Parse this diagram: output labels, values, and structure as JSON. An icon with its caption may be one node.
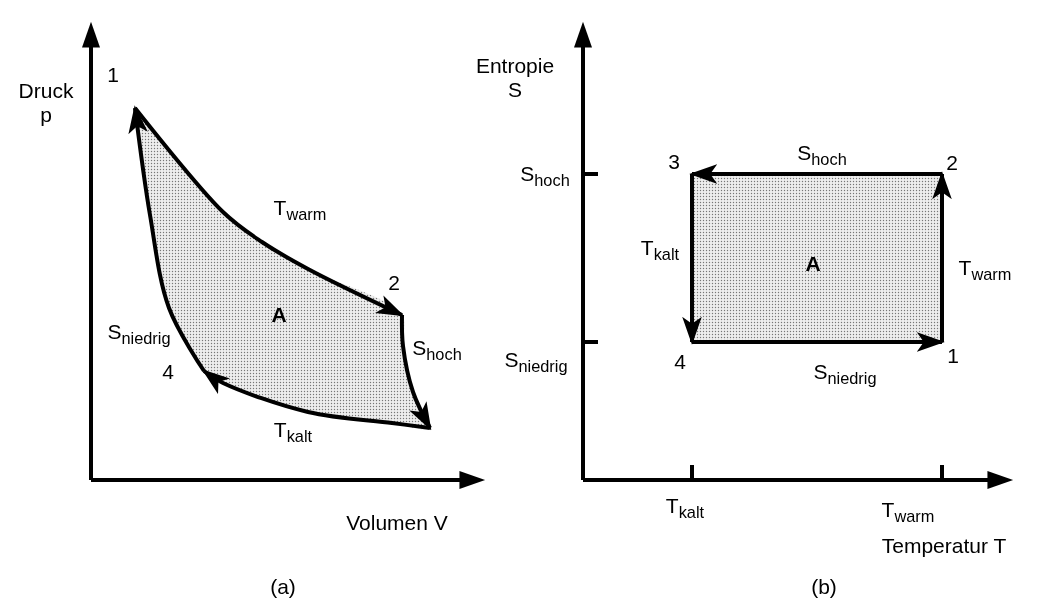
{
  "diagram": {
    "labels": [
      "1",
      "Druck p",
      "T$_{warm}$",
      "2",
      "A",
      "S$_{niedrig}$",
      "S$_{hoch}$",
      "4",
      "T$_{kalt}$",
      "Volumen V",
      "(a)",
      "Entropie S",
      "S$_{hoch}$",
      "3",
      "S$_{hoch}$",
      "2",
      "T$_{kalt}$",
      "A",
      "T$_{warm}$",
      "S$_{niedrig}$",
      "4",
      "1",
      "S$_{niedrig}$",
      "T$_{kalt}$",
      "T$_{warm}$",
      "Temperatur T",
      "(b)"
    ]
  }
}
